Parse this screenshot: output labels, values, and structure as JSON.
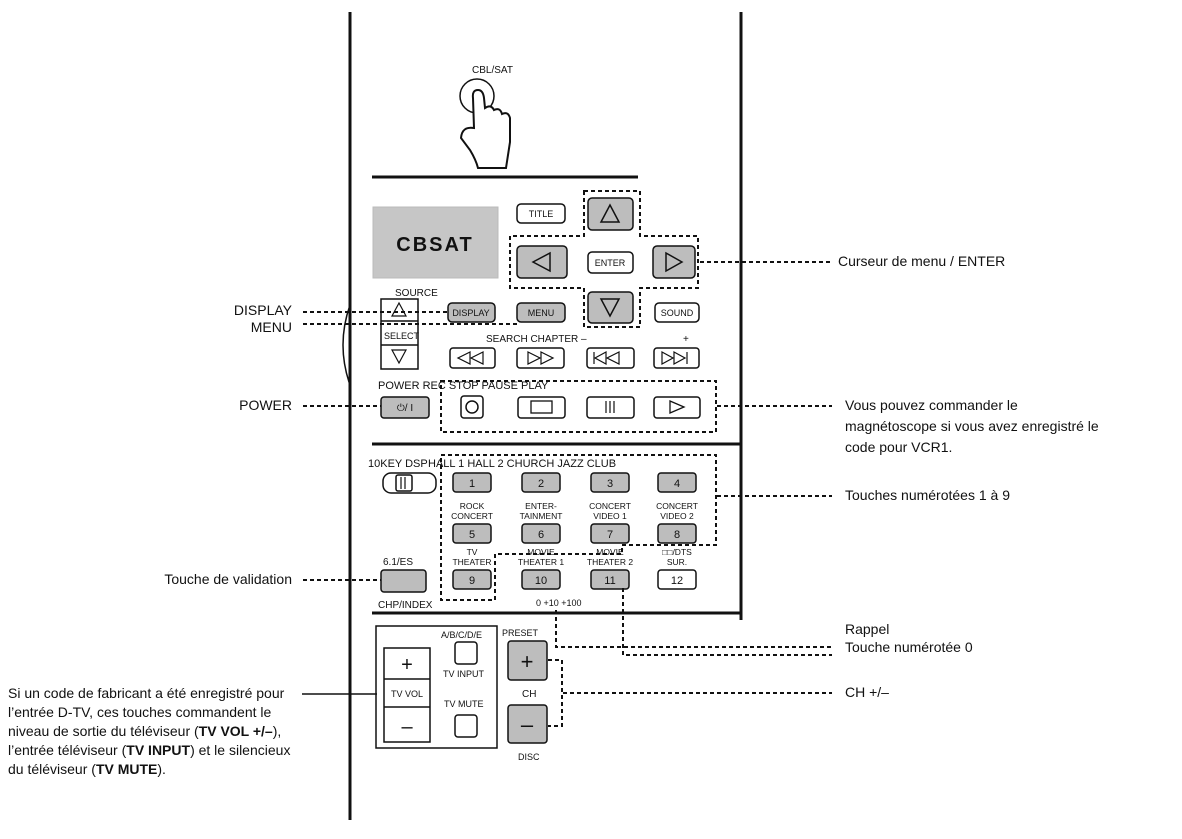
{
  "remote": {
    "cblsat_label": "CBL/SAT",
    "display_text": "CBSAT",
    "source_label": "SOURCE",
    "select_label": "SELECT",
    "title_label": "TITLE",
    "enter_label": "ENTER",
    "display_label": "DISPLAY",
    "menu_label": "MENU",
    "sound_label": "SOUND",
    "search_chapter_label": "SEARCH CHAPTER –",
    "plus_label": "+",
    "transport_header": "POWER REC STOP PAUSE PLAY",
    "power_symbol": "⏻/ I",
    "tenkey_label": "10KEY DSP",
    "sound_modes_header": "HALL 1 HALL 2 CHURCH JAZZ CLUB",
    "num_keys": [
      {
        "key": "1",
        "top": "",
        "bottom": ""
      },
      {
        "key": "2",
        "top": "",
        "bottom": ""
      },
      {
        "key": "3",
        "top": "",
        "bottom": ""
      },
      {
        "key": "4",
        "top": "",
        "bottom": ""
      },
      {
        "key": "5",
        "top": "ROCK",
        "bottom": "CONCERT"
      },
      {
        "key": "6",
        "top": "ENTER-",
        "bottom": "TAINMENT"
      },
      {
        "key": "7",
        "top": "CONCERT",
        "bottom": "VIDEO 1"
      },
      {
        "key": "8",
        "top": "CONCERT",
        "bottom": "VIDEO 2"
      },
      {
        "key": "9",
        "top": "TV",
        "bottom": "THEATER"
      },
      {
        "key": "10",
        "top": "MOVIE",
        "bottom": "THEATER 1"
      },
      {
        "key": "11",
        "top": "MOVIE",
        "bottom": "THEATER 2"
      },
      {
        "key": "12",
        "top": "□□/DTS",
        "bottom": "SUR."
      }
    ],
    "es_label": "6.1/ES",
    "chp_index_label": "CHP/INDEX",
    "zero_label": "0 +10 +100",
    "abcde_label": "A/B/C/D/E",
    "preset_label": "PRESET",
    "plus_sign": "+",
    "minus_sign": "–",
    "tv_vol_label": "TV VOL",
    "tv_input_label": "TV INPUT",
    "tv_mute_label": "TV MUTE",
    "ch_label": "CH",
    "disc_label": "DISC"
  },
  "callouts": {
    "cursor_enter": "Curseur de menu / ENTER",
    "display": "DISPLAY",
    "menu": "MENU",
    "power": "POWER",
    "vcr_line1": "Vous pouvez commander le",
    "vcr_line2": "magnétoscope si vous avez enregistré le",
    "vcr_line3": "code pour VCR1.",
    "num_keys": "Touches numérotées 1 à 9",
    "validation": "Touche de validation",
    "rappel": "Rappel",
    "zero_key": "Touche numérotée 0",
    "ch": "CH +/–",
    "tv_note_a": "Si un code de fabricant a été enregistré pour l’entrée D-TV, ces touches commandent le niveau de sortie du téléviseur (",
    "tv_note_b": "TV VOL +/–",
    "tv_note_c": "), l’entrée téléviseur (",
    "tv_note_d": "TV INPUT",
    "tv_note_e": ") et le silencieux du téléviseur (",
    "tv_note_f": "TV MUTE",
    "tv_note_g": ")."
  }
}
